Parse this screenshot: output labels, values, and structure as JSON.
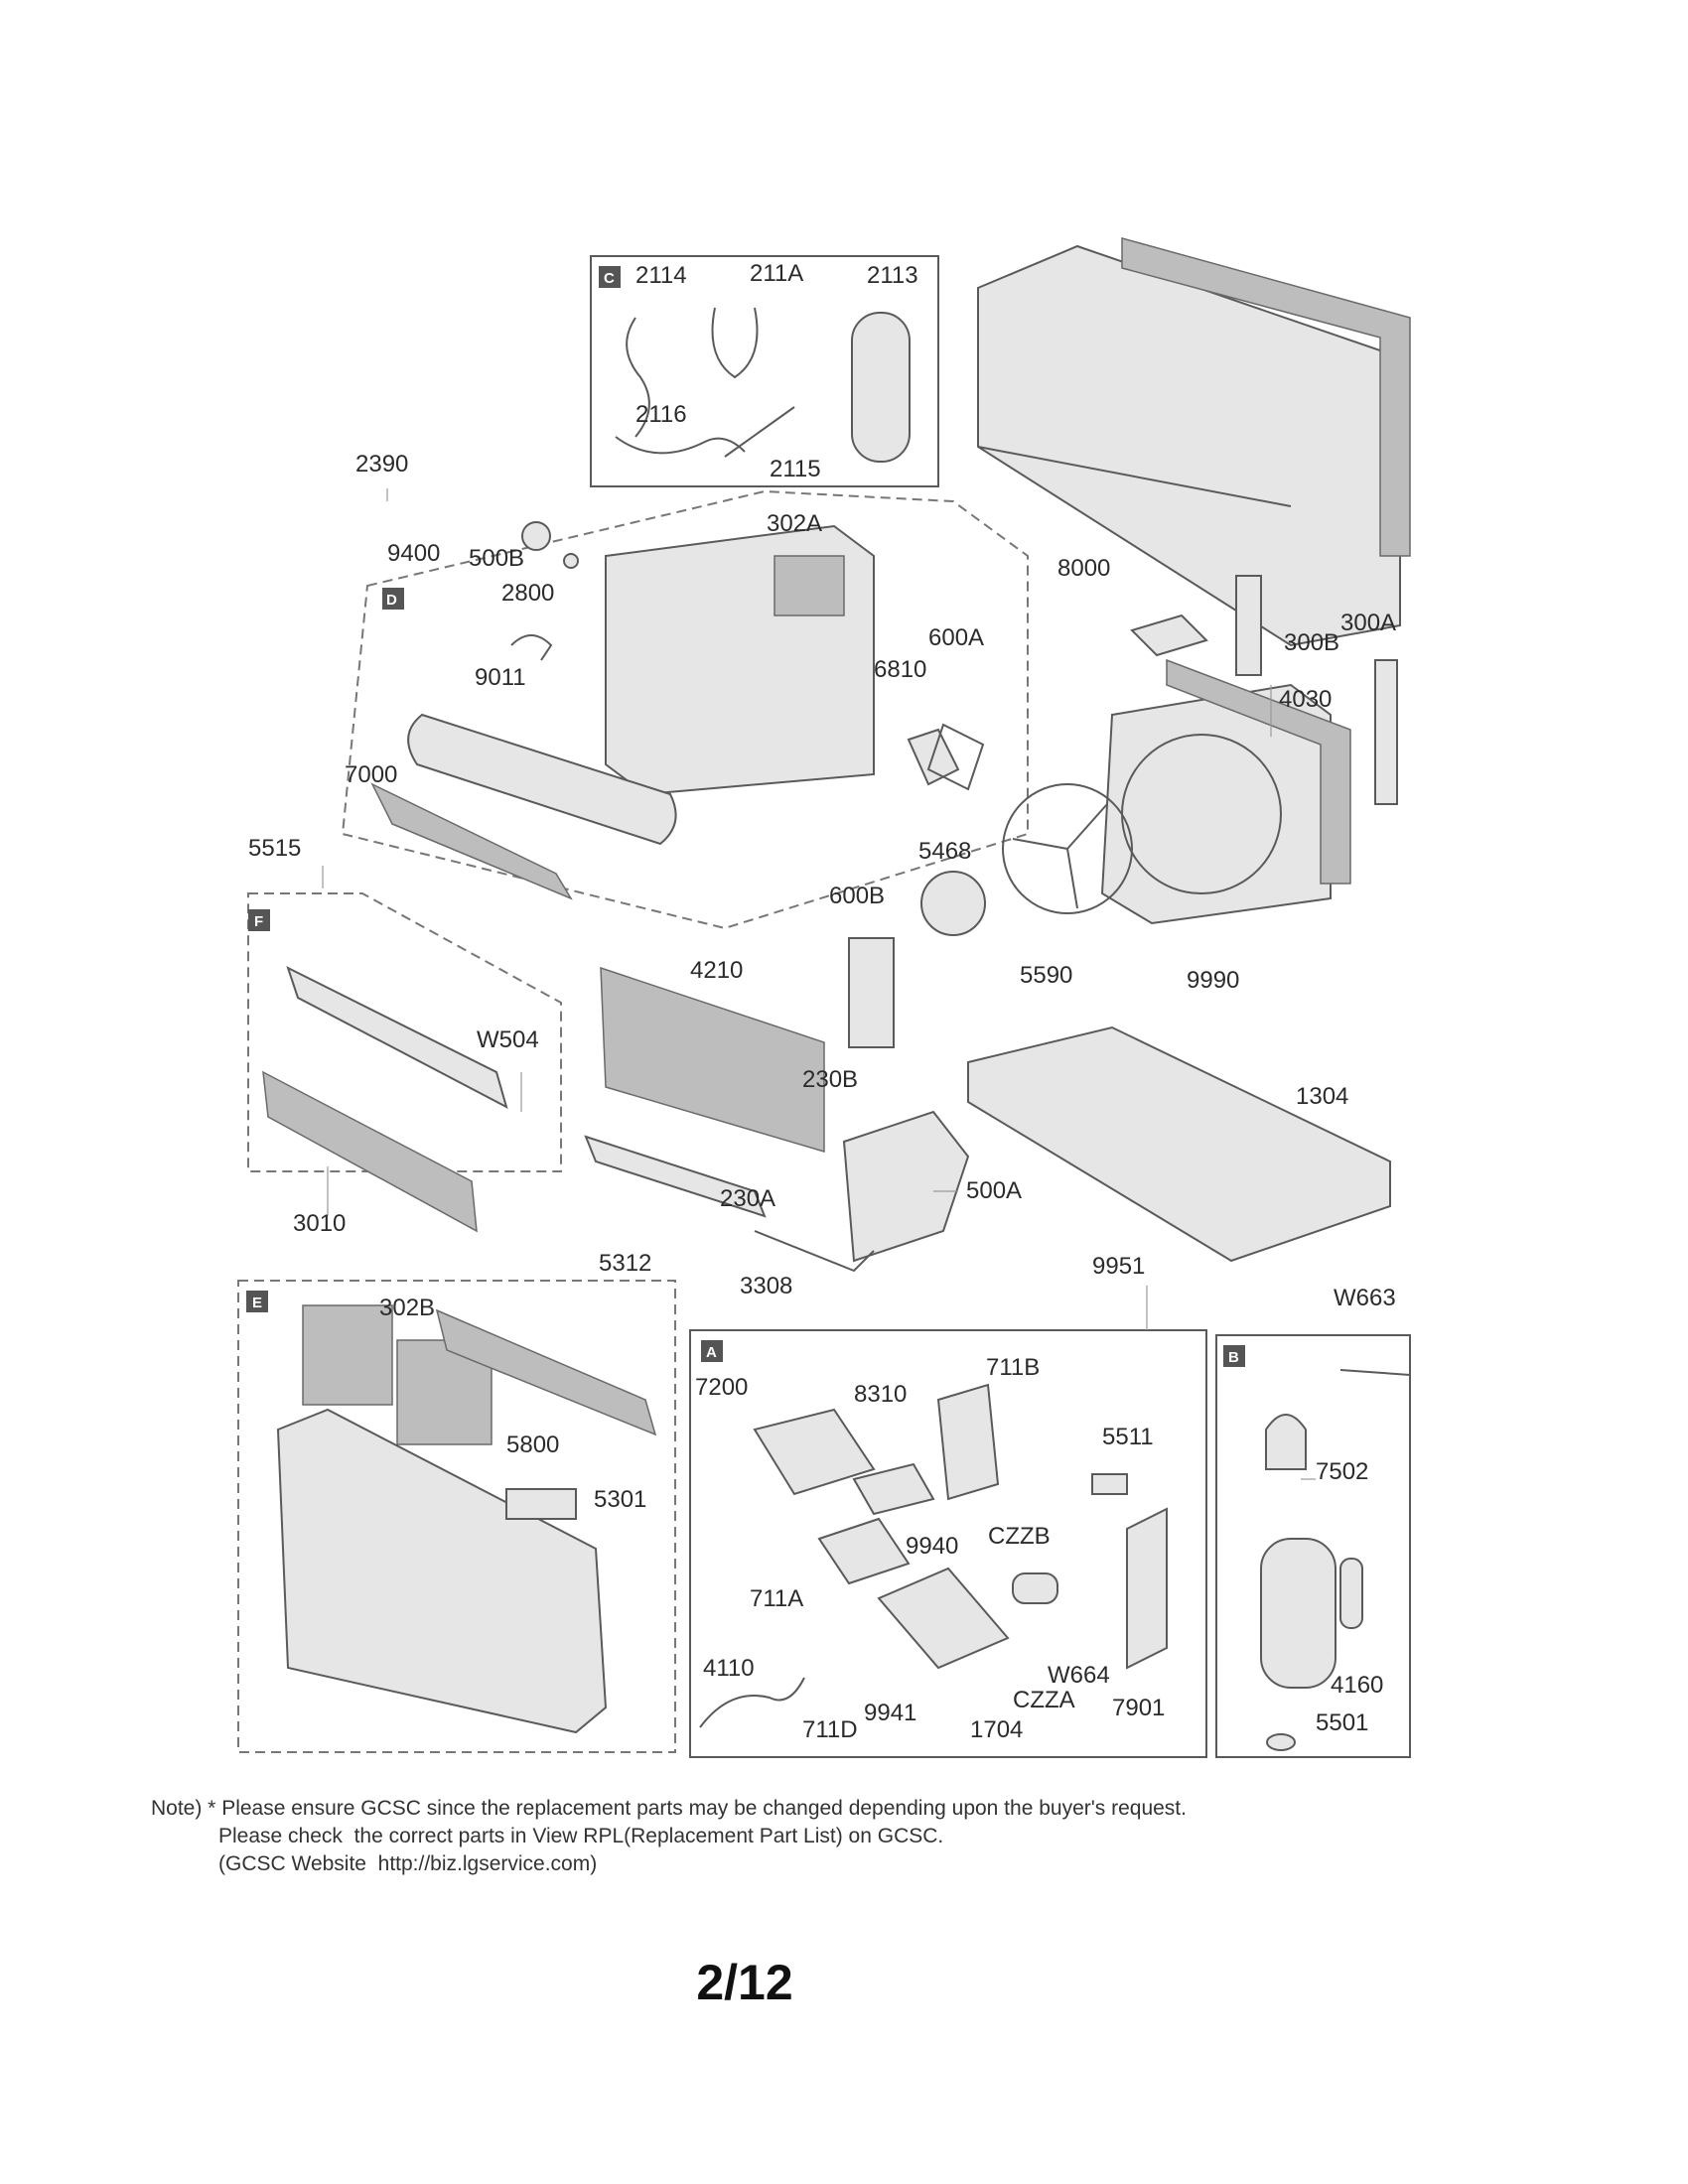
{
  "section_markers": [
    "C",
    "D",
    "F",
    "E",
    "A",
    "B"
  ],
  "part_labels": [
    "2114",
    "211A",
    "2113",
    "2116",
    "2115",
    "2390",
    "9400",
    "500B",
    "2800",
    "302A",
    "8000",
    "300B",
    "300A",
    "600A",
    "6810",
    "9011",
    "4030",
    "7000",
    "5515",
    "5468",
    "600B",
    "4210",
    "5590",
    "9990",
    "W504",
    "230B",
    "1304",
    "230A",
    "500A",
    "3010",
    "5312",
    "3308",
    "9951",
    "W663",
    "302B",
    "7200",
    "8310",
    "711B",
    "5511",
    "5800",
    "5301",
    "7502",
    "9940",
    "CZZB",
    "711A",
    "4110",
    "W664",
    "CZZA",
    "7901",
    "711D",
    "9941",
    "1704",
    "4160",
    "5501"
  ],
  "note": {
    "line1": "Note) * Please ensure GCSC since the replacement parts may be changed depending upon the buyer's request.",
    "line2": "Please check  the correct parts in View RPL(Replacement Part List) on GCSC.",
    "line3": "(GCSC Website  http://biz.lgservice.com)"
  },
  "page_number": "2/12"
}
